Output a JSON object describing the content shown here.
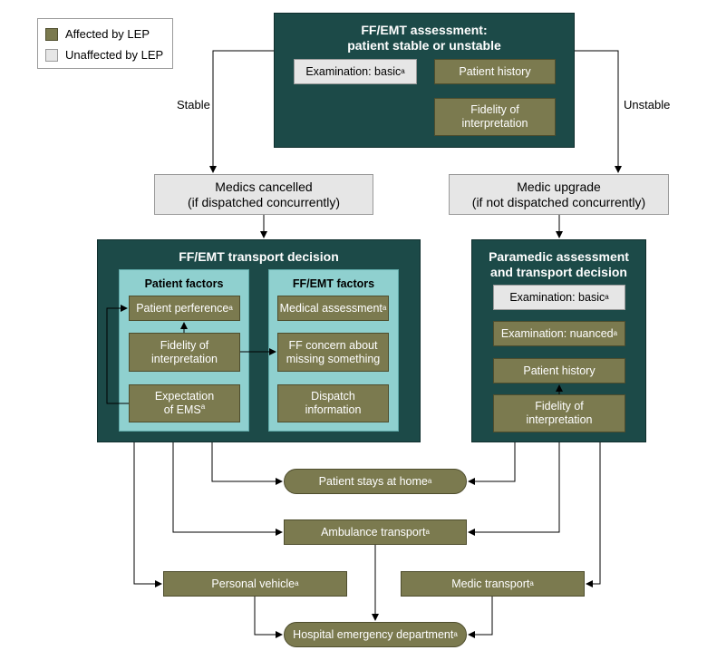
{
  "legend": {
    "affected_label": "Affected by LEP",
    "unaffected_label": "Unaffected by LEP",
    "affected_color": "#7b7a4f",
    "unaffected_color": "#e6e6e6"
  },
  "assessment": {
    "title": "FF/EMT assessment:\npatient stable or unstable",
    "exam_basic": "Examination: basic",
    "patient_history": "Patient history",
    "fidelity": "Fidelity of\ninterpretation"
  },
  "branches": {
    "stable": "Stable",
    "unstable": "Unstable"
  },
  "medics_cancelled": "Medics cancelled\n(if dispatched concurrently)",
  "medic_upgrade": "Medic upgrade\n(if not dispatched concurrently)",
  "transport_decision": {
    "title": "FF/EMT transport decision",
    "patient_factors": {
      "title": "Patient factors",
      "preference": "Patient perference",
      "fidelity": "Fidelity of\ninterpretation",
      "expectation": "Expectation\nof EMS"
    },
    "ffemt_factors": {
      "title": "FF/EMT factors",
      "medical_assessment": "Medical assessment",
      "concern": "FF concern about\nmissing something",
      "dispatch": "Dispatch\ninformation"
    }
  },
  "paramedic": {
    "title": "Paramedic assessment\nand transport decision",
    "exam_basic": "Examination: basic",
    "exam_nuanced": "Examination: nuanced",
    "patient_history": "Patient history",
    "fidelity": "Fidelity of\ninterpretation"
  },
  "outcomes": {
    "stays_home": "Patient stays at home",
    "ambulance": "Ambulance transport",
    "personal_vehicle": "Personal vehicle",
    "medic_transport": "Medic transport",
    "hospital": "Hospital emergency department"
  },
  "footnote_marker": "a"
}
